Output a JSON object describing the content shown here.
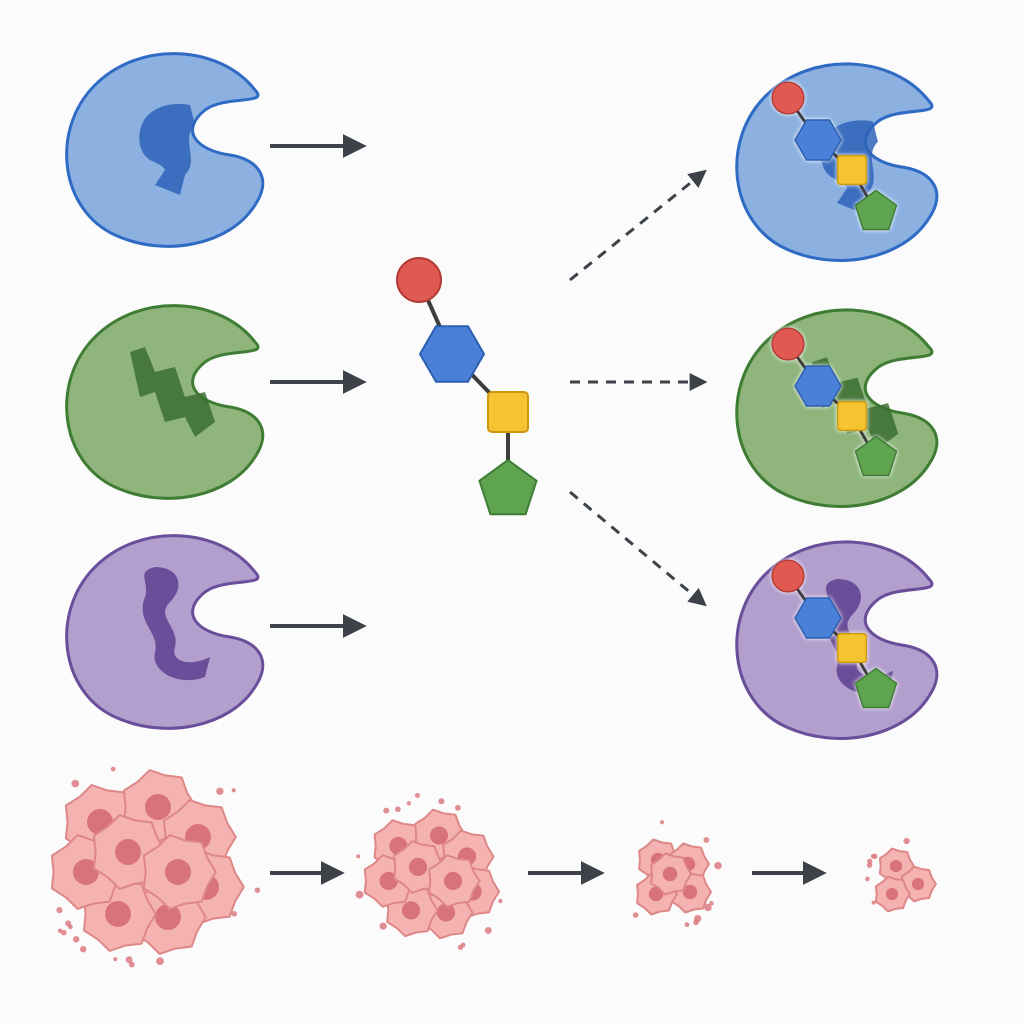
{
  "colors": {
    "background": "#fbfbfb",
    "arrow": "#3c4247",
    "enzyme_blue": {
      "fill": "#8cb1e0",
      "stroke": "#2f6bc4",
      "pocket": "#2e63b8"
    },
    "enzyme_green": {
      "fill": "#8fb57d",
      "stroke": "#3f7d35",
      "pocket": "#3c6e30"
    },
    "enzyme_purple": {
      "fill": "#b39fcd",
      "stroke": "#6a4e9a",
      "pocket": "#5d3f8f"
    },
    "ligand": {
      "circle": "#e15a52",
      "hexagon": "#4a80d8",
      "square": "#f5c431",
      "pentagon": "#5fa44f",
      "bond": "#3d3d3d"
    },
    "tumor": {
      "fill": "#f4b3b1",
      "stroke": "#de8787",
      "nucleus": "#d9737a"
    }
  },
  "enzymes": [
    {
      "name": "enzyme-blue",
      "color": "enzyme_blue"
    },
    {
      "name": "enzyme-green",
      "color": "enzyme_green"
    },
    {
      "name": "enzyme-purple",
      "color": "enzyme_purple"
    }
  ],
  "ligand_parts": [
    "circle-group",
    "hexagon-group",
    "square-group",
    "pentagon-group"
  ],
  "binding_arrows": [
    "dashed",
    "dashed",
    "dashed"
  ],
  "tumor_stages": [
    {
      "name": "tumor-stage-1",
      "relative_size": 1.0
    },
    {
      "name": "tumor-stage-2",
      "relative_size": 0.7
    },
    {
      "name": "tumor-stage-3",
      "relative_size": 0.45
    },
    {
      "name": "tumor-stage-4",
      "relative_size": 0.3
    }
  ]
}
